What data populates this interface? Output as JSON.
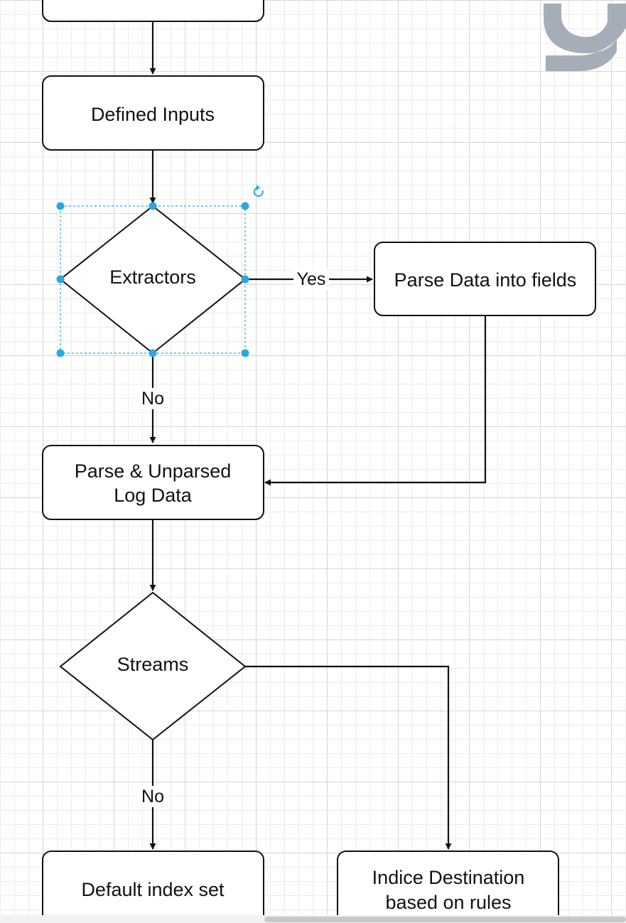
{
  "diagram": {
    "nodes": {
      "defined_inputs": "Defined Inputs",
      "extractors": "Extractors",
      "parse_fields": "Parse Data into fields",
      "parse_unparsed_line1": "Parse & Unparsed",
      "parse_unparsed_line2": "Log Data",
      "streams": "Streams",
      "default_index": "Default index set",
      "indice_line1": "Indice Destination",
      "indice_line2": "based on rules"
    },
    "edges": {
      "extractors_yes": "Yes",
      "extractors_no": "No",
      "streams_no": "No"
    }
  },
  "colors": {
    "stroke": "#111111",
    "selection": "#29a8e0",
    "logo": "#a5adb8",
    "grid": "#d6d6d6"
  },
  "icons": {
    "rotate": "rotate-icon",
    "logo": "graylog-logo-fragment"
  }
}
